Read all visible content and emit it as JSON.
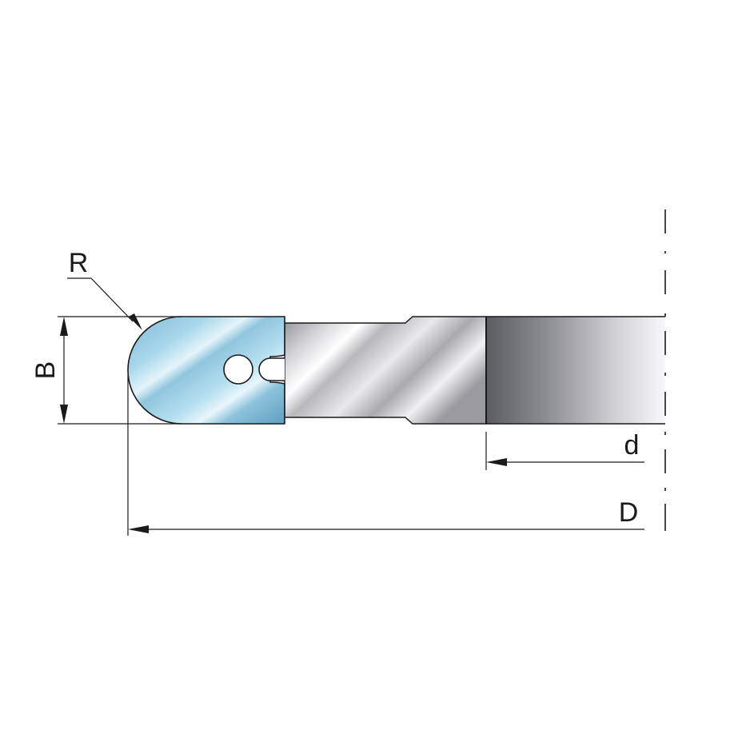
{
  "labels": {
    "radius": "R",
    "width": "B",
    "bore": "d",
    "outer_diameter": "D"
  },
  "colors": {
    "line": "#1a1a1a",
    "tip_light": "#c9e6f2",
    "tip_mid": "#9ccfe4",
    "tip_dark": "#6aaccb",
    "steel_light": "#ffffff",
    "steel_dark": "#8d8d93",
    "hub_dark": "#5f5f66",
    "hub_light": "#f2f2f4"
  }
}
